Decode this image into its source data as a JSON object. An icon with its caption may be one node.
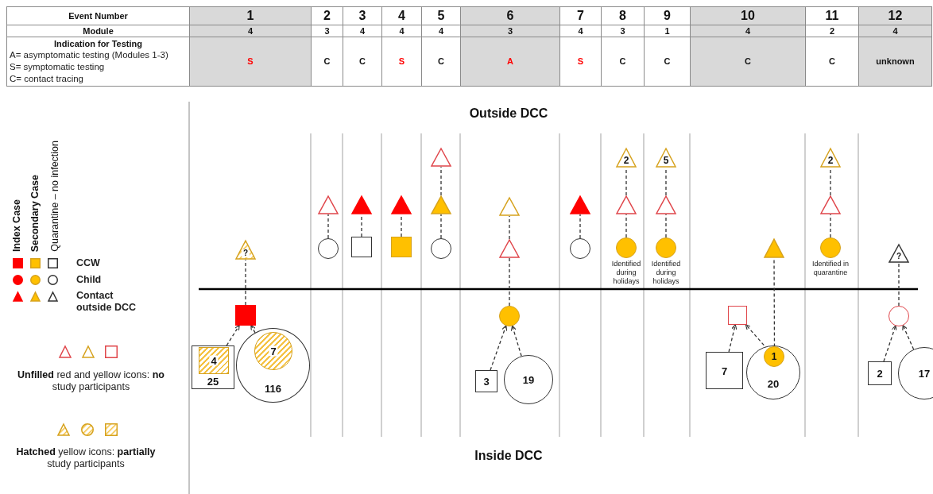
{
  "diagram": {
    "nodes": [
      {
        "text": [
          "?"
        ]
      },
      {
        "text": [],
        "shape": "box"
      },
      {
        "text": [
          "25"
        ]
      },
      {
        "text": [
          "4"
        ],
        "in": 2
      },
      {
        "text": [
          "116"
        ]
      },
      {
        "text": [
          "7"
        ],
        "in": 4
      },
      {
        "text": [],
        "shape": "triangle"
      },
      {
        "text": [],
        "shape": "circle"
      },
      {
        "text": [],
        "shape": "triangle"
      },
      {
        "text": [],
        "shape": "box"
      },
      {
        "text": [],
        "shape": "triangle"
      },
      {
        "text": [],
        "shape": "box"
      },
      {
        "text": [],
        "shape": "triangle"
      },
      {
        "text": [],
        "shape": "triangle"
      },
      {
        "text": [],
        "shape": "circle"
      },
      {
        "text": [],
        "shape": "triangle"
      },
      {
        "text": [],
        "shape": "triangle"
      },
      {
        "text": [],
        "shape": "circle"
      },
      {
        "text": [
          "3"
        ]
      },
      {
        "text": [
          "19"
        ]
      },
      {
        "text": [],
        "shape": "triangle"
      },
      {
        "text": [],
        "shape": "circle"
      },
      {
        "text": [
          "2"
        ]
      },
      {
        "text": [],
        "shape": "triangle"
      },
      {
        "text": [],
        "shape": "circle",
        "beside": [
          "Identified during holidays"
        ]
      },
      {
        "text": [
          "5"
        ]
      },
      {
        "text": [],
        "shape": "triangle"
      },
      {
        "text": [],
        "shape": "circle",
        "beside": [
          "Identified during holidays"
        ]
      },
      {
        "text": [],
        "shape": "triangle"
      },
      {
        "text": [],
        "shape": "box"
      },
      {
        "text": [
          "7"
        ]
      },
      {
        "text": [
          "20"
        ]
      },
      {
        "text": [
          "1"
        ],
        "in": 31
      },
      {
        "text": [
          "2"
        ]
      },
      {
        "text": [],
        "shape": "triangle"
      },
      {
        "text": [],
        "shape": "circle",
        "beside": [
          "Identified in quarantine"
        ]
      },
      {
        "text": [
          "?"
        ]
      },
      {
        "text": [],
        "shape": "circle"
      },
      {
        "text": [
          "2"
        ]
      },
      {
        "text": [
          "17"
        ]
      }
    ],
    "edges": [
      {
        "from": 1,
        "to": 0,
        "arrow": "none",
        "style": "dashed"
      },
      {
        "from": 2,
        "to": 1,
        "arrow": "to",
        "style": "dashed"
      },
      {
        "from": 4,
        "to": 1,
        "arrow": "to",
        "style": "dashed"
      },
      {
        "from": 7,
        "to": 6,
        "arrow": "none",
        "style": "dashed"
      },
      {
        "from": 9,
        "to": 8,
        "arrow": "none",
        "style": "dashed"
      },
      {
        "from": 11,
        "to": 10,
        "arrow": "none",
        "style": "dashed"
      },
      {
        "from": 14,
        "to": 13,
        "arrow": "none",
        "style": "dashed"
      },
      {
        "from": 13,
        "to": 12,
        "arrow": "none",
        "style": "dashed"
      },
      {
        "from": 17,
        "to": 16,
        "arrow": "none",
        "style": "dashed"
      },
      {
        "from": 16,
        "to": 15,
        "arrow": "none",
        "style": "dashed"
      },
      {
        "from": 18,
        "to": 17,
        "arrow": "to",
        "style": "dashed"
      },
      {
        "from": 19,
        "to": 17,
        "arrow": "to",
        "style": "dashed"
      },
      {
        "from": 21,
        "to": 20,
        "arrow": "none",
        "style": "dashed"
      },
      {
        "from": 24,
        "to": 23,
        "arrow": "none",
        "style": "dashed"
      },
      {
        "from": 23,
        "to": 22,
        "arrow": "none",
        "style": "dashed"
      },
      {
        "from": 27,
        "to": 26,
        "arrow": "none",
        "style": "dashed"
      },
      {
        "from": 26,
        "to": 25,
        "arrow": "none",
        "style": "dashed"
      },
      {
        "from": 32,
        "to": 28,
        "arrow": "none",
        "style": "dashed"
      },
      {
        "from": 30,
        "to": 29,
        "arrow": "to",
        "style": "dashed"
      },
      {
        "from": 32,
        "to": 29,
        "arrow": "to",
        "style": "dashed"
      },
      {
        "from": 35,
        "to": 34,
        "arrow": "none",
        "style": "dashed"
      },
      {
        "from": 34,
        "to": 33,
        "arrow": "none",
        "style": "dashed"
      },
      {
        "from": 37,
        "to": 36,
        "arrow": "none",
        "style": "dashed"
      },
      {
        "from": 38,
        "to": 37,
        "arrow": "to",
        "style": "dashed"
      },
      {
        "from": 39,
        "to": 37,
        "arrow": "to",
        "style": "dashed"
      }
    ],
    "labels": [
      "Event Number",
      "1",
      "2",
      "3",
      "4",
      "5",
      "6",
      "7",
      "8",
      "9",
      "10",
      "11",
      "12",
      "Module",
      "4",
      "3",
      "4",
      "4",
      "4",
      "3",
      "4",
      "3",
      "1",
      "4",
      "2",
      "4",
      "Indication for Testing",
      "A= asymptomatic testing (Modules 1-3)",
      "S= symptomatic testing",
      "C= contact tracing",
      "S",
      "C",
      "C",
      "S",
      "C",
      "A",
      "S",
      "C",
      "C",
      "C",
      "C",
      "unknown",
      "Outside DCC",
      "Index Case",
      "Secondary Case",
      "Quarantine – no infection",
      "Inside DCC"
    ],
    "legend": [
      {
        "text": "CCW"
      },
      {
        "text": "Child"
      },
      {
        "text": "Contact outside DCC"
      },
      {
        "text": "**Unfilled** red and yellow icons: **no** study participants"
      },
      {
        "text": "**Hatched** yellow icons: **partially** study participants"
      }
    ]
  }
}
